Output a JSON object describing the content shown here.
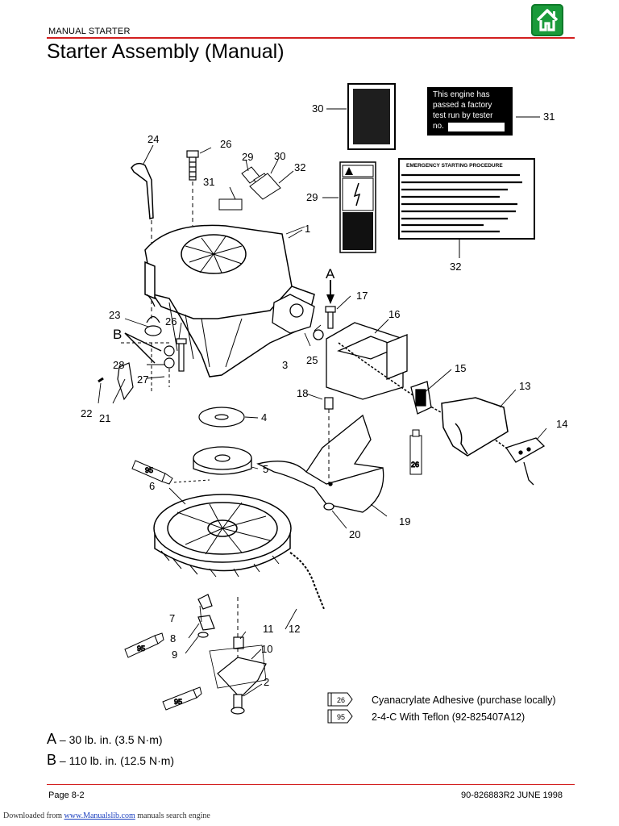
{
  "header": {
    "section": "MANUAL STARTER",
    "title": "Starter Assembly (Manual)",
    "home_icon": "home-icon"
  },
  "decals": {
    "factory_test": [
      "This engine has",
      "passed a factory",
      "test run by tester",
      "no."
    ],
    "emergency_title": "EMERGENCY STARTING PROCEDURE"
  },
  "callouts": {
    "c1": "1",
    "c2": "2",
    "c3": "3",
    "c4": "4",
    "c5": "5",
    "c6": "6",
    "c7": "7",
    "c8": "8",
    "c9": "9",
    "c10": "10",
    "c11": "11",
    "c12": "12",
    "c13": "13",
    "c14": "14",
    "c15": "15",
    "c16": "16",
    "c17": "17",
    "c18": "18",
    "c19": "19",
    "c20": "20",
    "c21": "21",
    "c22": "22",
    "c23": "23",
    "c24": "24",
    "c25": "25",
    "c26a": "26",
    "c26b": "26",
    "c27": "27",
    "c28": "28",
    "c29a": "29",
    "c29b": "29",
    "c30a": "30",
    "c30b": "30",
    "c31a": "31",
    "c31b": "31",
    "c32a": "32",
    "c32b": "32",
    "A": "A",
    "B": "B"
  },
  "tube_labels": {
    "t95a": "95",
    "t95b": "95",
    "t95c": "95",
    "t26": "26"
  },
  "legend": [
    {
      "code": "26",
      "text": "Cyanacrylate Adhesive (purchase locally)"
    },
    {
      "code": "95",
      "text": "2-4-C  With Teflon (92-825407A12)"
    }
  ],
  "torque": [
    {
      "letter": "A",
      "spec": "30 lb. in. (3.5 N·m)"
    },
    {
      "letter": "B",
      "spec": "110 lb. in. (12.5 N·m)"
    }
  ],
  "footer": {
    "page": "Page 8-2",
    "doc": "90-826883R2   JUNE 1998",
    "downloaded_prefix": "Downloaded from ",
    "link": "www.Manualslib.com",
    "suffix": " manuals search engine"
  },
  "colors": {
    "accent": "#d31f1f",
    "home": "#1a9a3a"
  }
}
